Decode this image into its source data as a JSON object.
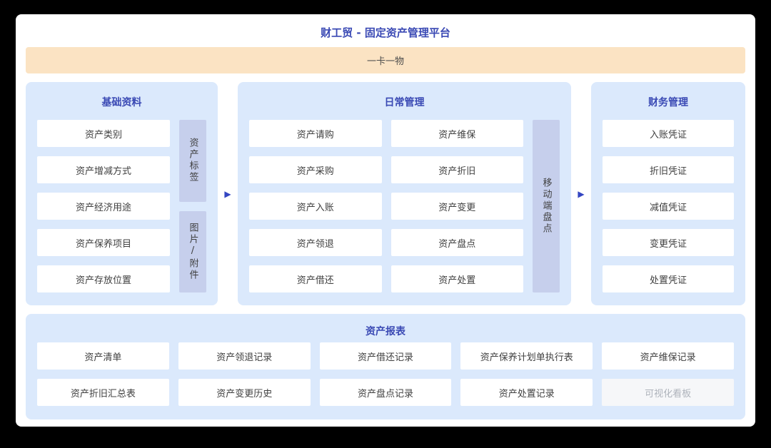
{
  "header": {
    "title": "财工贸 - 固定资产管理平台"
  },
  "banner": {
    "label": "一卡一物"
  },
  "arrow_icon": "▶",
  "panels": {
    "basic": {
      "title": "基础资料",
      "items": [
        "资产类别",
        "资产增减方式",
        "资产经济用途",
        "资产保养项目",
        "资产存放位置"
      ],
      "tags": [
        "资产标签",
        "图片/附件"
      ]
    },
    "daily": {
      "title": "日常管理",
      "col1": [
        "资产请购",
        "资产采购",
        "资产入账",
        "资产领退",
        "资产借还"
      ],
      "col2": [
        "资产维保",
        "资产折旧",
        "资产变更",
        "资产盘点",
        "资产处置"
      ],
      "tag": "移动端盘点"
    },
    "finance": {
      "title": "财务管理",
      "items": [
        "入账凭证",
        "折旧凭证",
        "减值凭证",
        "变更凭证",
        "处置凭证"
      ]
    },
    "reports": {
      "title": "资产报表",
      "row1": [
        "资产清单",
        "资产领退记录",
        "资产借还记录",
        "资产保养计划单执行表",
        "资产维保记录"
      ],
      "row2": [
        "资产折旧汇总表",
        "资产变更历史",
        "资产盘点记录",
        "资产处置记录"
      ],
      "disabled_item": "可视化看板"
    }
  },
  "colors": {
    "frame": "#000000",
    "card": "#ffffff",
    "heading_blue": "#3a49b4",
    "panel_blue": "#dbe9fc",
    "tag_lavender": "#c6cfec",
    "banner_peach": "#fbe3c3",
    "arrow_blue": "#3446c2",
    "disabled_bg": "#f6f7f9",
    "disabled_text": "#aeb3bb"
  }
}
